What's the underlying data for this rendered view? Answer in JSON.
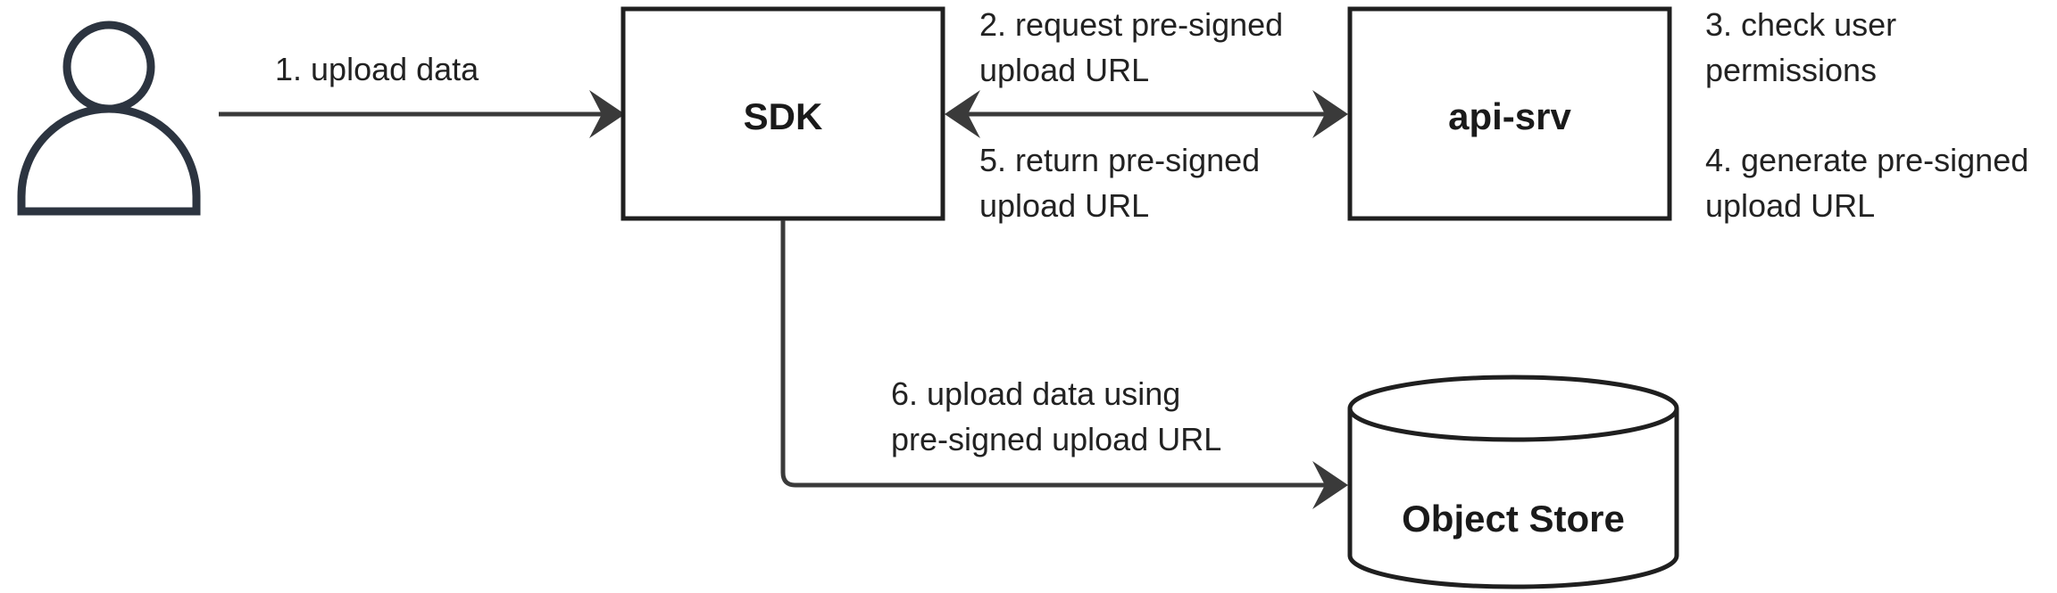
{
  "nodes": {
    "user": {
      "icon": "user-icon"
    },
    "sdk": {
      "label": "SDK"
    },
    "api_srv": {
      "label": "api-srv"
    },
    "object_store": {
      "label": "Object Store"
    }
  },
  "edges": {
    "upload_data": {
      "lines": [
        "1. upload data"
      ]
    },
    "request_url": {
      "lines": [
        "2. request pre-signed",
        "upload URL"
      ]
    },
    "return_url": {
      "lines": [
        "5. return pre-signed",
        "upload URL"
      ]
    },
    "upload_with_url": {
      "lines": [
        "6. upload data using",
        "pre-signed upload URL"
      ]
    }
  },
  "notes": {
    "check_permissions": {
      "lines": [
        "3. check user",
        "permissions"
      ]
    },
    "generate_url": {
      "lines": [
        "4. generate pre-signed",
        "upload URL"
      ]
    }
  },
  "colors": {
    "stroke": "#1f1f1f",
    "edge": "#3a3a3a",
    "user_icon": "#2c3440",
    "text": "#222222"
  }
}
